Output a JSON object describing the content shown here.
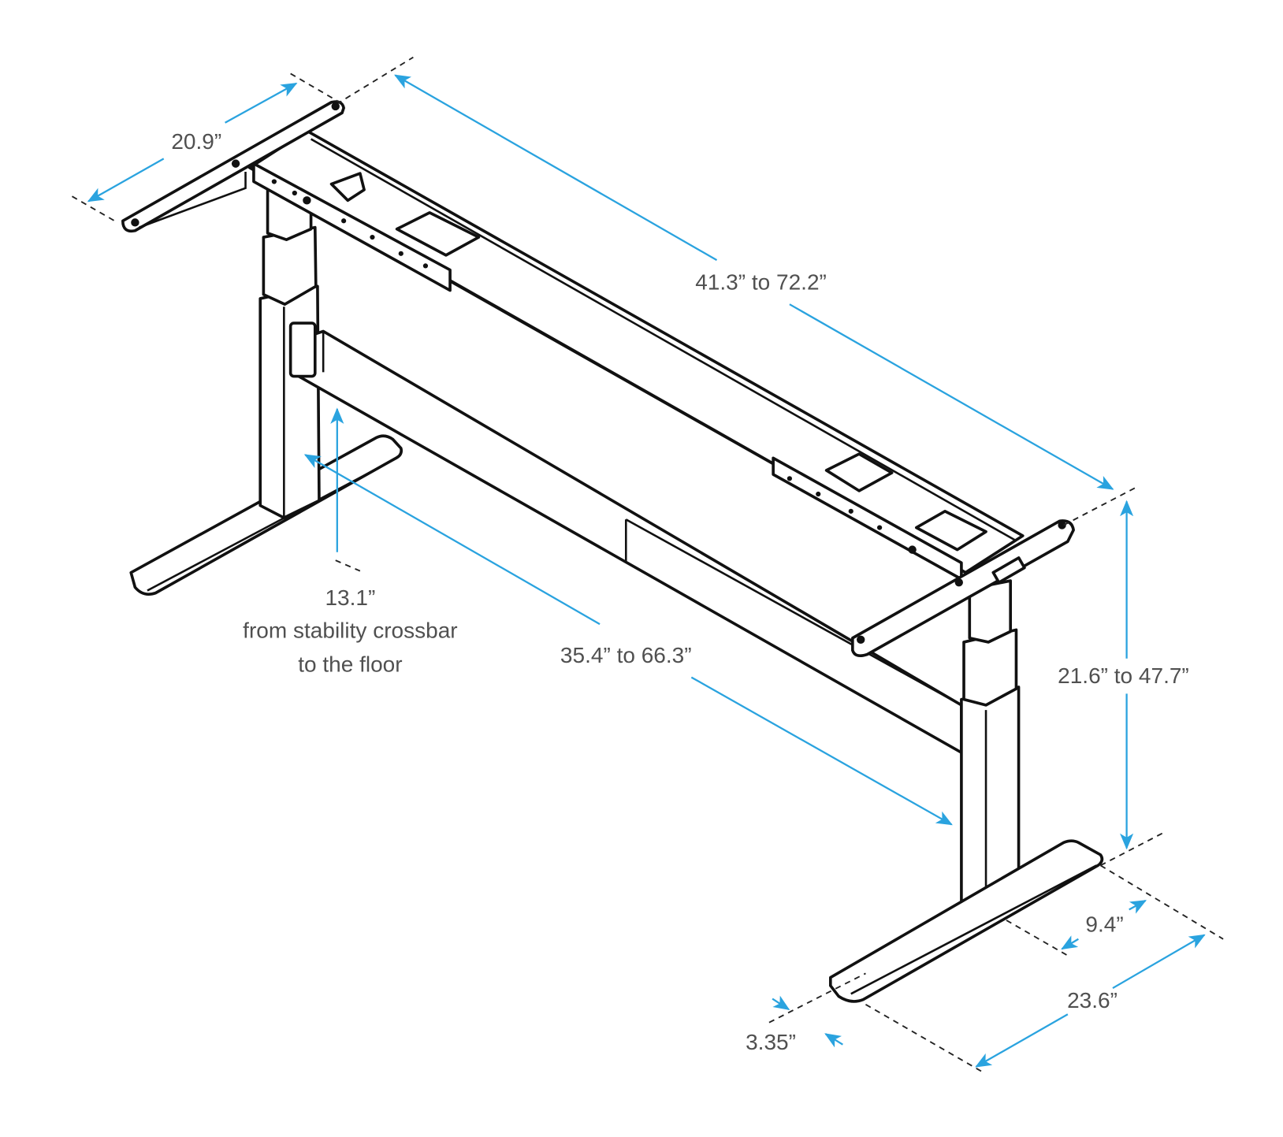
{
  "colors": {
    "dimension": "#2aa3df",
    "outline": "#111111",
    "label": "#505050"
  },
  "labels": {
    "frame_depth": "20.9”",
    "top_width": "41.3” to 72.2”",
    "crossbar_height": "13.1”",
    "crossbar_note_1": "from stability crossbar",
    "crossbar_note_2": "to the floor",
    "crossbar_width": "35.4” to 66.3”",
    "height_range": "21.6” to 47.7”",
    "column_offset": "9.4”",
    "foot_length": "23.6”",
    "foot_width": "3.35”"
  }
}
